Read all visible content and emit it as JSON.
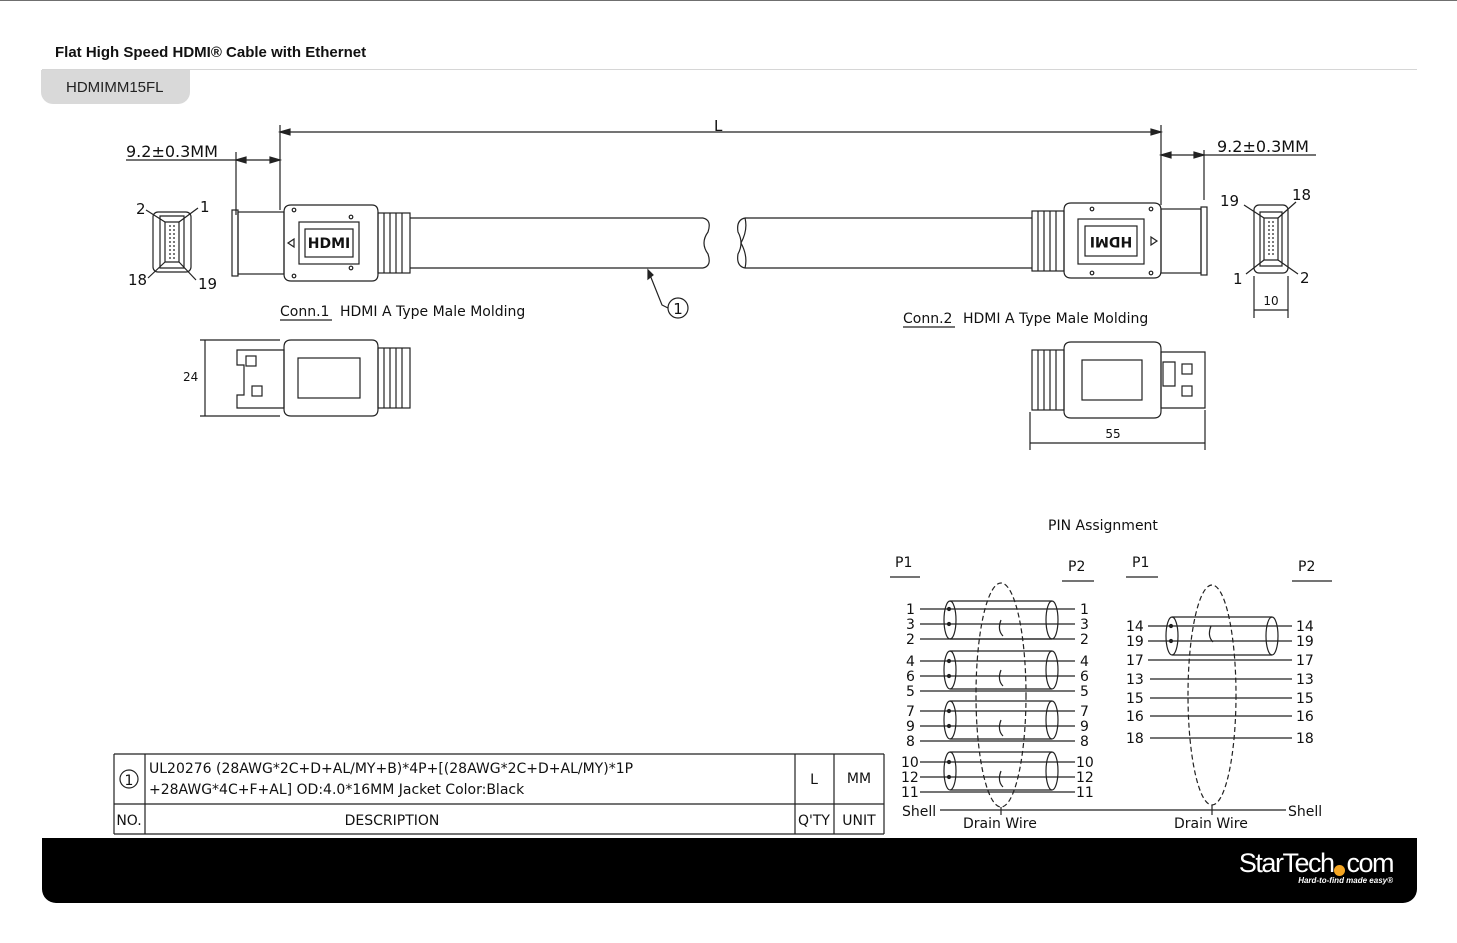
{
  "header": {
    "title": "Flat High Speed HDMI® Cable with Ethernet",
    "part_number": "HDMIMM15FL"
  },
  "drawing": {
    "length_label": "L",
    "left_offset": "9.2±0.3MM",
    "right_offset": "9.2±0.3MM",
    "conn1_ref": "Conn.1",
    "conn1_text": "HDMI A Type Male Molding",
    "conn2_ref": "Conn.2",
    "conn2_text": "HDMI A Type Male Molding",
    "hdmi_logo": "HDMI",
    "cable_callout": "1",
    "left_face_pins": {
      "top_left": "2",
      "top_right": "1",
      "bottom_left": "18",
      "bottom_right": "19"
    },
    "right_face_pins": {
      "top_left": "19",
      "top_right": "18",
      "bottom_left": "1",
      "bottom_right": "2"
    },
    "dim_width": "10",
    "dim_height": "24",
    "dim_length": "55"
  },
  "pin_assignment": {
    "title": "PIN Assignment",
    "p1": "P1",
    "p2": "P2",
    "left_groups": [
      [
        "1",
        "3",
        "2"
      ],
      [
        "4",
        "6",
        "5"
      ],
      [
        "7",
        "9",
        "8"
      ],
      [
        "10",
        "12",
        "11"
      ]
    ],
    "right_pairs": [
      "14",
      "19",
      "17"
    ],
    "right_singles": [
      "13",
      "15",
      "16",
      "18"
    ],
    "shell_label": "Shell",
    "drain_wire_label": "Drain Wire"
  },
  "bom_table": {
    "row_number": "1",
    "description_line1": "UL20276 (28AWG*2C+D+AL/MY+B)*4P+[(28AWG*2C+D+AL/MY)*1P",
    "description_line2": "+28AWG*4C+F+AL] OD:4.0*16MM Jacket Color:Black",
    "qty": "L",
    "unit": "MM",
    "headers": {
      "no": "NO.",
      "description": "DESCRIPTION",
      "qty": "Q'TY",
      "unit": "UNIT"
    }
  },
  "footer": {
    "logo_left": "StarTech",
    "logo_right": "com",
    "tagline": "Hard-to-find made easy®"
  }
}
